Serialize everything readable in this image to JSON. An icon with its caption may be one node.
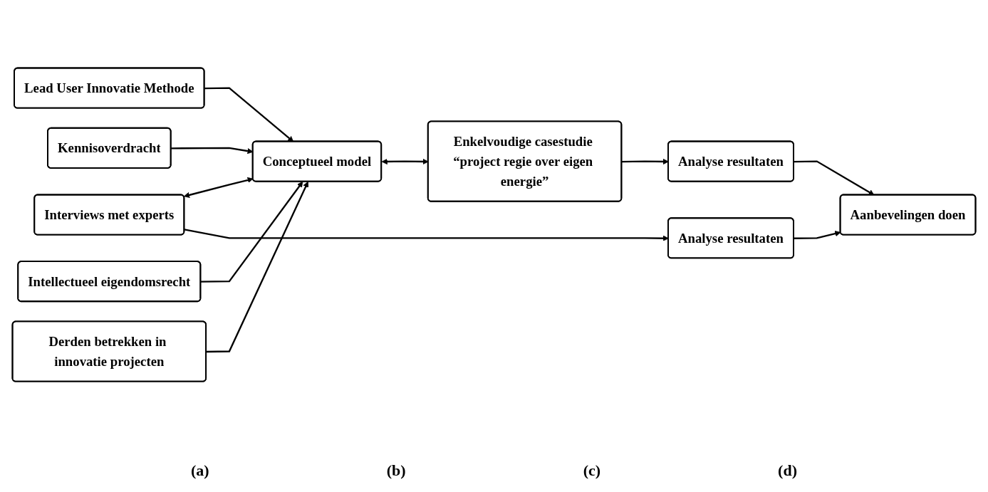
{
  "diagram": {
    "nodes": [
      {
        "text": [
          "Lead User Innovatie Methode"
        ]
      },
      {
        "text": [
          "Kennisoverdracht"
        ]
      },
      {
        "text": [
          "Intellectueel eigendomsrecht"
        ]
      },
      {
        "text": [
          "Derden betrekken in innovatie projecten"
        ]
      },
      {
        "text": [
          "Interviews met experts"
        ]
      },
      {
        "text": [
          "Conceptueel model"
        ]
      },
      {
        "text": [
          "Analyse resultaten"
        ]
      },
      {
        "text": [
          "Analyse resultaten"
        ]
      },
      {
        "text": [
          "Enkelvoudige casestudie “project regie over eigen energie”"
        ]
      },
      {
        "text": [
          "Aanbevelingen doen"
        ]
      }
    ],
    "edges": [
      {
        "from": 0,
        "to": 5,
        "arrow": "to"
      },
      {
        "from": 1,
        "to": 5,
        "arrow": "to"
      },
      {
        "from": 2,
        "to": 5,
        "arrow": "to"
      },
      {
        "from": 3,
        "to": 5,
        "arrow": "to"
      },
      {
        "from": 4,
        "to": 5,
        "arrow": "both"
      },
      {
        "from": 5,
        "to": 8,
        "arrow": "both"
      },
      {
        "from": 4,
        "to": 6,
        "arrow": "to"
      },
      {
        "from": 8,
        "to": 7,
        "arrow": "to"
      },
      {
        "from": 6,
        "to": 9,
        "arrow": "to"
      },
      {
        "from": 7,
        "to": 9,
        "arrow": "to"
      }
    ],
    "labels": [
      "(a)",
      "(b)",
      "(c)",
      "(d)"
    ]
  }
}
